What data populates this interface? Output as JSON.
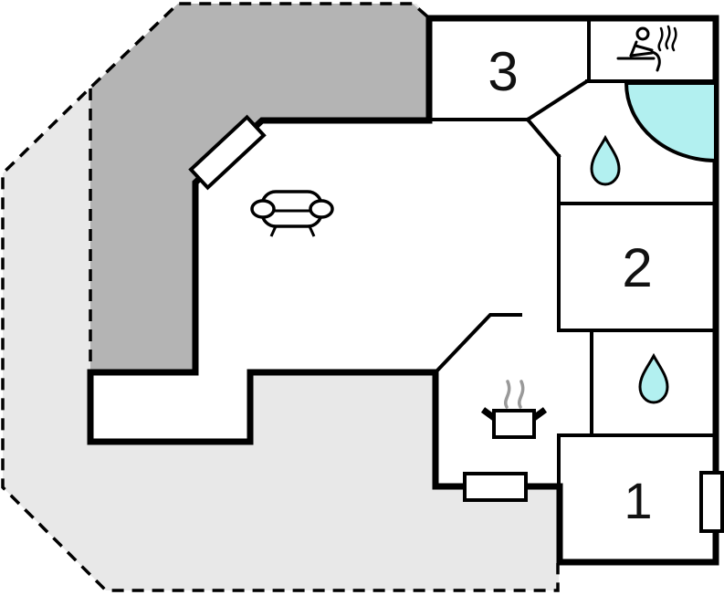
{
  "floorplan": {
    "kind": "house-floor-plan",
    "rooms": [
      {
        "label": "3"
      },
      {
        "label": "2"
      },
      {
        "label": "1"
      }
    ],
    "icons": [
      "sauna-icon",
      "corner-shower-icon",
      "water-drop-icon",
      "water-drop-icon",
      "sofa-icon",
      "pot-on-stove-icon",
      "window-marker",
      "window-marker",
      "window-marker"
    ],
    "colors": {
      "covered_terrace": "#b4b4b4",
      "open_terrace": "#e8e8e8",
      "water": "#b2f0f0",
      "wall": "#000000",
      "steam": "#999999",
      "background": "#ffffff"
    }
  }
}
